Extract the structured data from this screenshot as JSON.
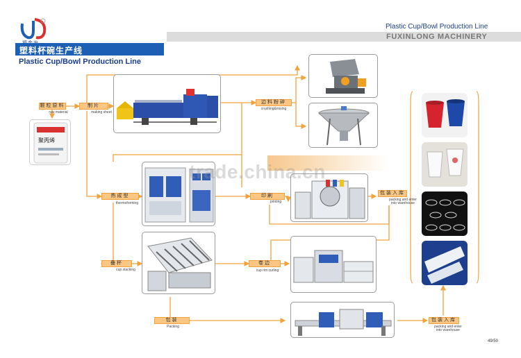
{
  "header": {
    "logo_text": "福金龙",
    "product_line": "Plastic Cup/Bowl Production Line",
    "company": "FUXINLONG MACHINERY",
    "cn_title": "塑料杯碗生产线",
    "subtitle": "Plastic Cup/Bowl Production Line"
  },
  "bag_label": "聚丙烯",
  "nodes": {
    "raw_material": {
      "cn": "颗粒原料",
      "en": "raw material"
    },
    "making_sheet": {
      "cn": "制片",
      "en": "making sheet"
    },
    "crushing_mixing": {
      "cn": "边料粉碎",
      "en": "crushing&mixing"
    },
    "thermoforming": {
      "cn": "热成型",
      "en": "thermoforming"
    },
    "printing": {
      "cn": "印刷",
      "en": "printing"
    },
    "packing_warehouse_1": {
      "cn": "包装入库",
      "en": "packing and enter into warehouse"
    },
    "cup_stacking": {
      "cn": "叠杯",
      "en": "cup stacking"
    },
    "cup_rim_curling": {
      "cn": "卷边",
      "en": "cup rim curling"
    },
    "packing": {
      "cn": "包装",
      "en": "Packing"
    },
    "packing_warehouse_2": {
      "cn": "包装入库",
      "en": "packing and enter into warehouse"
    }
  },
  "watermark": "trade.china.cn",
  "page_number": "49/50",
  "colors": {
    "brand_blue": "#1d5fb4",
    "node_fill": "#f9c783",
    "node_border": "#f2a23a",
    "arrow": "#f2a23a"
  }
}
